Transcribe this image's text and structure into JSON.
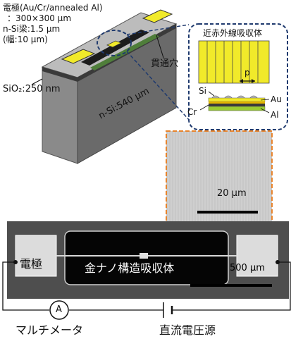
{
  "device": {
    "electrode_label": "電極(Au/Cr/annealed Al)",
    "electrode_size": "：300×300 μm",
    "beam_label": "n-Si梁:1.5 μm",
    "beam_width": "(幅:10 μm)",
    "sio2_label": "SiO₂:250 nm",
    "nsi_label": "n-Si:540 μm",
    "through_hole_label": "貫通穴"
  },
  "inset": {
    "title": "近赤外線吸収体",
    "pitch_label": "p",
    "layers": {
      "si": "Si",
      "au": "Au",
      "cr": "Cr",
      "al": "Al"
    }
  },
  "sem_zoom": {
    "scale_label": "20 μm"
  },
  "sem_main": {
    "electrode_label": "電極",
    "absorber_label": "金ナノ構造吸収体",
    "scale_label": "500 μm"
  },
  "circuit": {
    "ammeter_symbol": "A",
    "meter_label": "マルチメータ",
    "source_label": "直流電圧源"
  },
  "colors": {
    "accent_dashed_navy": "#1f3a6e",
    "zoom_orange": "#e8842c",
    "electrode_yellow": "#f1ea2a",
    "gold_layer": "#e3b400"
  }
}
